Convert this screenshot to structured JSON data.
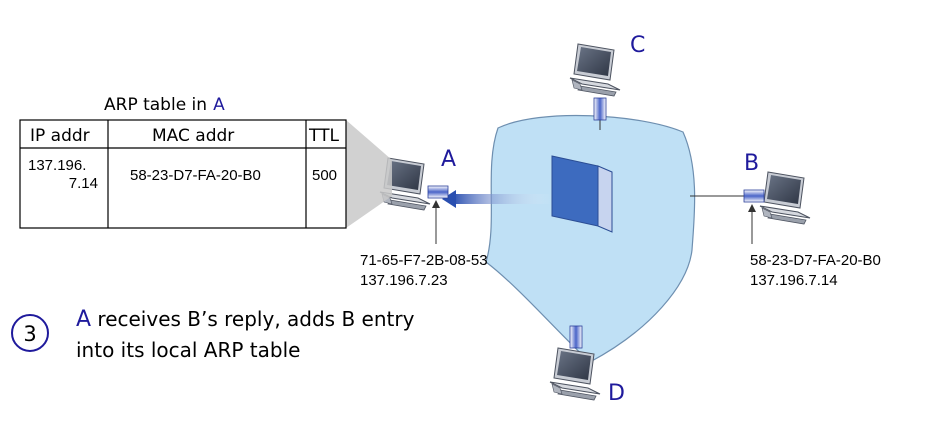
{
  "arp_table": {
    "title_prefix": "ARP table in",
    "title_host": "A",
    "headers": [
      "IP addr",
      "MAC addr",
      "TTL"
    ],
    "row": {
      "ip_line1": "137.196.",
      "ip_line2": "7.14",
      "mac": "58-23-D7-FA-20-B0",
      "ttl": "500"
    }
  },
  "nodes": {
    "A": {
      "label": "A",
      "mac": "71-65-F7-2B-08-53",
      "ip": "137.196.7.23"
    },
    "B": {
      "label": "B",
      "mac": "58-23-D7-FA-20-B0",
      "ip": "137.196.7.14"
    },
    "C": {
      "label": "C"
    },
    "D": {
      "label": "D"
    }
  },
  "step": {
    "number": "3",
    "host": "A",
    "line1_rest": " receives B’s reply, adds B entry",
    "line2": "into its local ARP table"
  },
  "colors": {
    "host_letter": "#1f1a9c",
    "cloud_fill": "#bfe0f5",
    "cloud_stroke": "#6e8fb0",
    "switch_front": "#3d6bbf",
    "switch_side": "#c7d4ef"
  },
  "icons": [
    "computer-icon",
    "switch-icon",
    "arrow-icon"
  ]
}
